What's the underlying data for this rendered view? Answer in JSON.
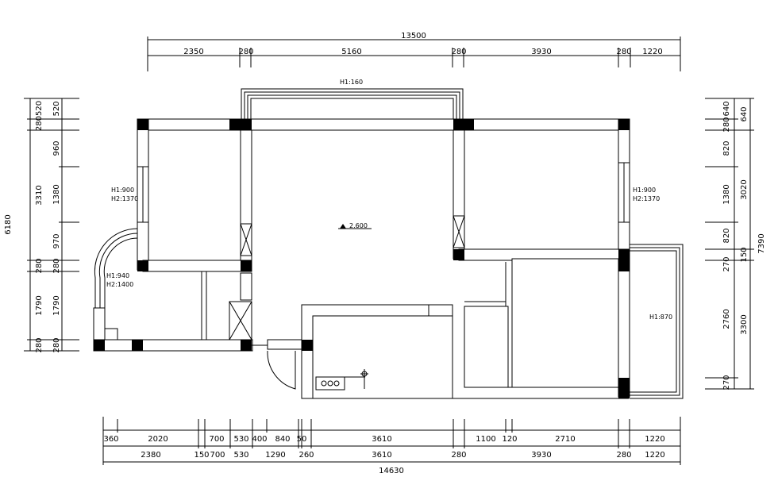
{
  "top_overall": "13500",
  "top_segments": [
    "2350",
    "280",
    "5160",
    "280",
    "3930",
    "280",
    "1220"
  ],
  "bottom_row1": [
    "360",
    "2020",
    "700",
    "530",
    "400",
    "840",
    "50",
    "3610",
    "1100",
    "120",
    "2710",
    "1220"
  ],
  "bottom_row2": [
    "2380",
    "150",
    "700",
    "530",
    "1290",
    "260",
    "3610",
    "280",
    "3930",
    "280",
    "1220"
  ],
  "bottom_overall": "14630",
  "left_outer_total": "6180",
  "left_outer": [
    "280520",
    "3310",
    "280",
    "1790",
    "280"
  ],
  "left_inner": [
    "520",
    "960",
    "1380",
    "970",
    "280",
    "1790",
    "280"
  ],
  "right_outer_total": "7390",
  "right_outer": [
    "640",
    "3020",
    "150",
    "3300"
  ],
  "right_inner": [
    "640",
    "280",
    "820",
    "1380",
    "820",
    "270",
    "2760",
    "270"
  ],
  "notes": {
    "top_window": "H1:160",
    "left_window": "H1:900",
    "left_window_h2": "H2:1370",
    "bay_window": "H1:940",
    "bay_window_h2": "H2:1400",
    "right_window": "H1:900",
    "right_window_h2": "H2:1370",
    "balcony": "H1:870",
    "elevation": "2.600"
  }
}
